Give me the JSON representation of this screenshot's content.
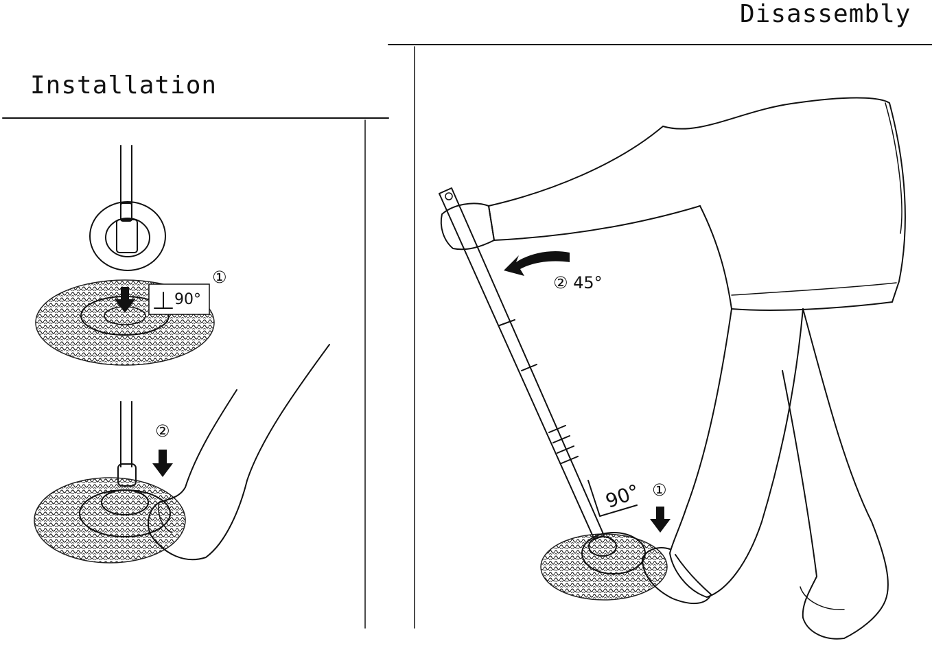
{
  "headings": {
    "installation": "Installation",
    "disassembly": "Disassembly"
  },
  "installation": {
    "step1_marker": "①",
    "step1_angle": "90°",
    "step2_marker": "②"
  },
  "disassembly": {
    "step1_marker": "①",
    "step1_angle": "90°",
    "step2_label": "② 45°"
  },
  "icons": [
    "down-arrow-icon",
    "curved-arrow-icon",
    "right-angle-icon"
  ]
}
